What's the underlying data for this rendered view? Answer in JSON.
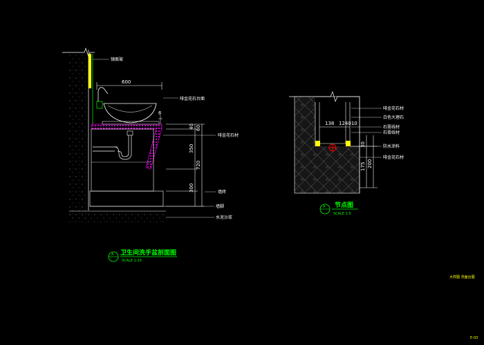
{
  "section": {
    "title": "卫生间洗手盆剖面图",
    "scale": "SCALE 1:20",
    "symbol": "A",
    "labels": {
      "mirror": "镜面玻",
      "stone_top": "啡金花石台面",
      "stone_skirt": "啡金花石材",
      "wall_tile": "墙砖",
      "skirting": "墙脚",
      "floor": "水泥沙浆"
    },
    "dims": {
      "width_top": "600",
      "gap": "6",
      "d40": "40",
      "d60": "60",
      "d350": "350",
      "d720": "720",
      "d300": "300"
    }
  },
  "detail": {
    "title": "节点图",
    "scale": "SCALE 1:5",
    "symbol": "A",
    "labels": [
      "啡金花石材",
      "白色大理石",
      "石膏线材",
      "石膏线材",
      "防水涂料",
      "啡金花石材"
    ],
    "dims": {
      "d138": "138",
      "d124": "124010",
      "d30": "30",
      "d175": "175",
      "d200": "200"
    }
  },
  "footer": {
    "stamp": "大样图 洗面台图",
    "sheet": "E-03"
  },
  "colors": {
    "background": "#000000",
    "line": "#ffffff",
    "accent_green": "#00ff00",
    "accent_yellow": "#ffff00",
    "hatch_magenta": "#ff00ff",
    "pipe_red": "#ff0000",
    "wall_hatch": "#aaaaaa"
  }
}
